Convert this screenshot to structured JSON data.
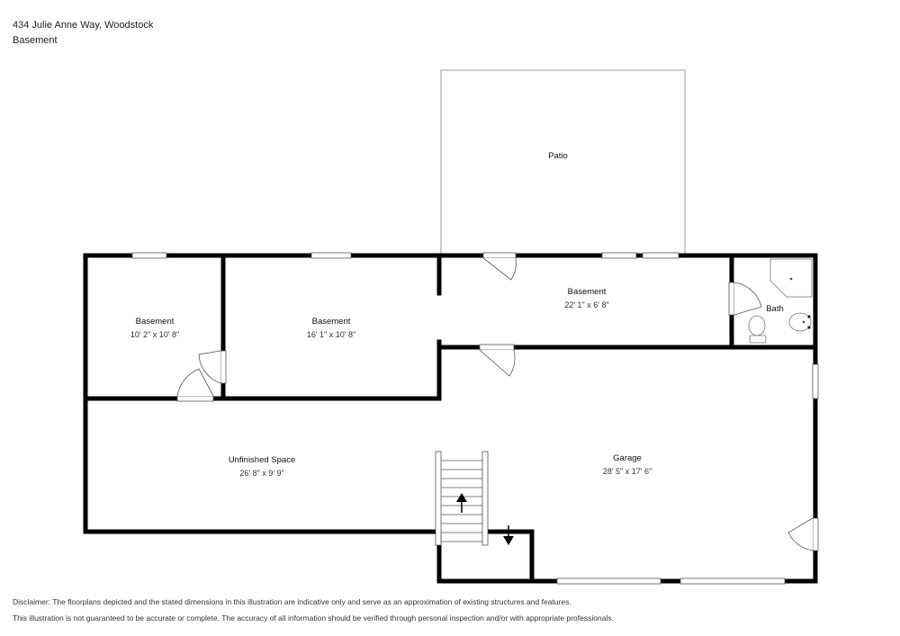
{
  "header": {
    "address": "434 Julie Anne Way, Woodstock",
    "level": "Basement"
  },
  "rooms": {
    "patio": {
      "name": "Patio"
    },
    "basement_left": {
      "name": "Basement",
      "dims": "10' 2\" x 10' 8\""
    },
    "basement_mid": {
      "name": "Basement",
      "dims": "16' 1\" x 10' 8\""
    },
    "basement_right": {
      "name": "Basement",
      "dims": "22' 1\" x 6' 8\""
    },
    "bath": {
      "name": "Bath"
    },
    "unfinished": {
      "name": "Unfinished Space",
      "dims": "26' 8\" x 9' 9\""
    },
    "garage": {
      "name": "Garage",
      "dims": "28' 5\" x 17' 6\""
    }
  },
  "disclaimer": {
    "line1": "Disclaimer: The floorplans depicted and the stated dimensions in this illustration are indicative only and serve as an approximation of existing structures and features.",
    "line2": "This illustration is not guaranteed to be accurate or complete. The accuracy of all information should be verified through personal inspection and/or with appropriate professionals."
  }
}
